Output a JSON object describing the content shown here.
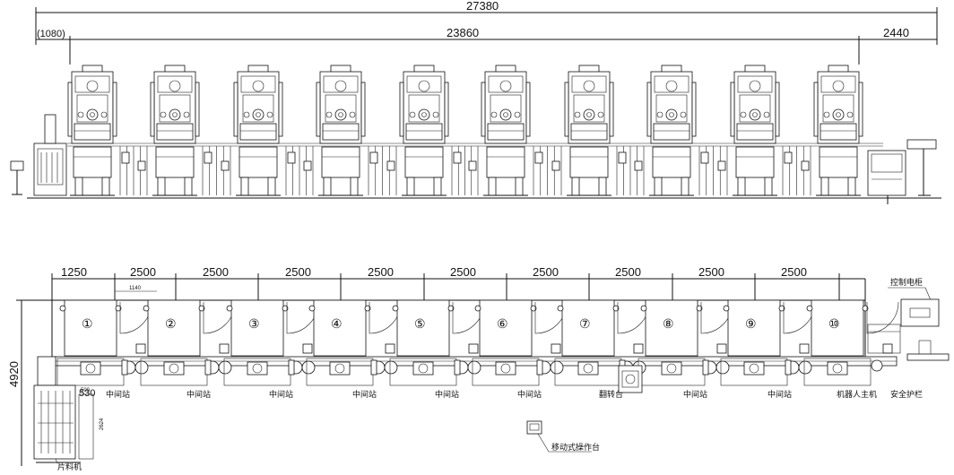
{
  "overall": {
    "total_length": "27380",
    "left_offset": "(1080)",
    "press_line_length": "23860",
    "right_section": "2440"
  },
  "plan_dimensions": {
    "first_pitch": "1250",
    "pitches": [
      "2500",
      "2500",
      "2500",
      "2500",
      "2500",
      "2500",
      "2500",
      "2500",
      "2500"
    ],
    "height": "4920",
    "feeder_width": "530",
    "small_1140": "1140",
    "small_2624": "2624",
    "small_500": "500"
  },
  "stations": [
    "①",
    "②",
    "③",
    "④",
    "⑤",
    "⑥",
    "⑦",
    "⑧",
    "⑨",
    "⑩"
  ],
  "labels": {
    "transfer": [
      "中间站",
      "中间站",
      "中间站",
      "中间站",
      "中间站",
      "中间站",
      "翻转台",
      "中间站",
      "中间站"
    ],
    "robot_main": "机器人主机",
    "guard": "安全护栏",
    "control_cabinet": "控制电柜",
    "mobile_console": "移动式操作台",
    "feeder": "片料机"
  }
}
